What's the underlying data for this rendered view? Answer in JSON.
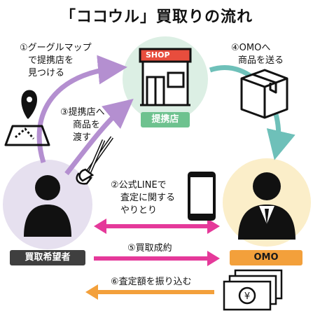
{
  "title": "「ココウル」買取りの流れ",
  "nodes": {
    "store_label": "提携店",
    "seller_label": "買取希望者",
    "omo_label": "OMO",
    "shop_sign": "SHOP"
  },
  "steps": {
    "step1": [
      "①グーグルマップ",
      "で提携店を",
      "見つける"
    ],
    "step2": [
      "②公式LINEで",
      "査定に関する",
      "やりとり"
    ],
    "step3": [
      "③提携店へ",
      "商品を",
      "渡す"
    ],
    "step4": [
      "④OMOへ",
      "商品を送る"
    ],
    "step5": "⑤買取成約",
    "step6": "⑥査定額を振り込む"
  },
  "colors": {
    "green_circle": "#dcefe4",
    "yellow_circle": "#fbeec9",
    "lavender_circle": "#e6e0ef",
    "purple_arrow": "#b48fd0",
    "teal_arrow": "#6ec0b9",
    "pink_arrow": "#e5399a",
    "orange_arrow": "#f3a03b"
  }
}
